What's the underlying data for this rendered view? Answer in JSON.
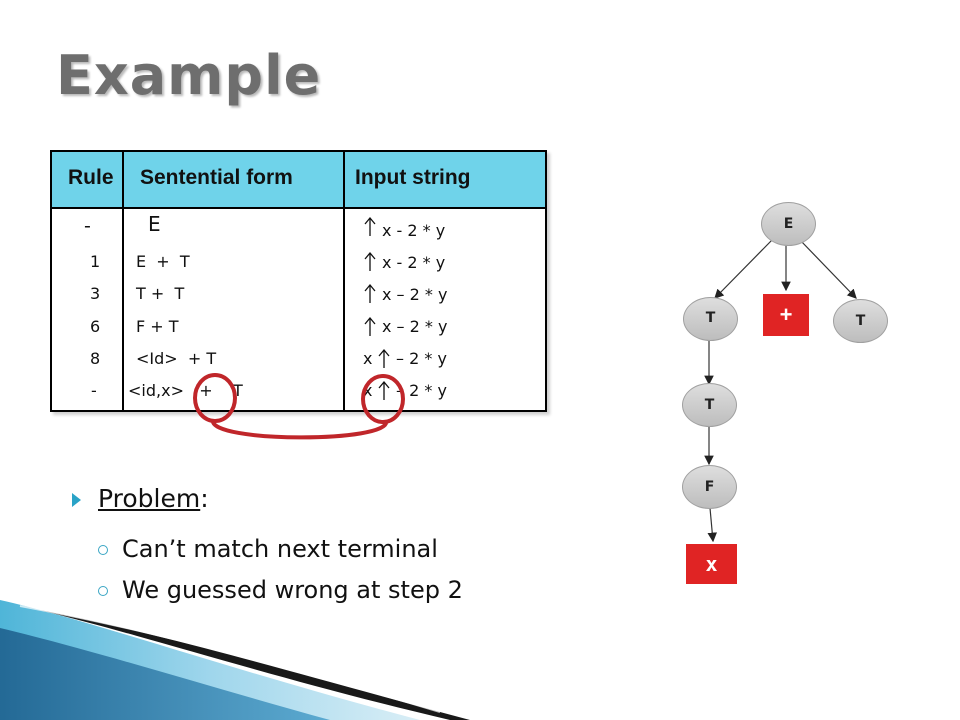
{
  "title": "Example",
  "table": {
    "headers": [
      "Rule",
      "Sentential form",
      "Input string"
    ],
    "rows": [
      {
        "rule": "-",
        "form": "E",
        "input": "x - 2 * y",
        "marker": "before"
      },
      {
        "rule": "1",
        "form": "E  +  T",
        "input": "x - 2 * y",
        "marker": "before"
      },
      {
        "rule": "3",
        "form": "T +  T",
        "input": "x – 2 * y",
        "marker": "before"
      },
      {
        "rule": "6",
        "form": "F + T",
        "input": "x – 2 * y",
        "marker": "before"
      },
      {
        "rule": "8",
        "form": "<Id>  + T",
        "input": "– 2 * y",
        "marker": "after",
        "consumed": "x"
      },
      {
        "rule": "-",
        "form": "<id,x>   +    T",
        "input": "– 2 * y",
        "marker": "after",
        "consumed": "x"
      }
    ]
  },
  "problem": {
    "label": "Problem",
    "colon": ":",
    "items": [
      "Can’t match next terminal",
      "We guessed wrong at step 2"
    ]
  },
  "tree": {
    "nodes": [
      "E",
      "T",
      "+",
      "T",
      "T",
      "F",
      "x"
    ]
  },
  "colors": {
    "header_bg": "#6fd3ea",
    "accent_red": "#e02424",
    "highlight_red": "#c0262a",
    "bullet": "#2aa3c7"
  }
}
